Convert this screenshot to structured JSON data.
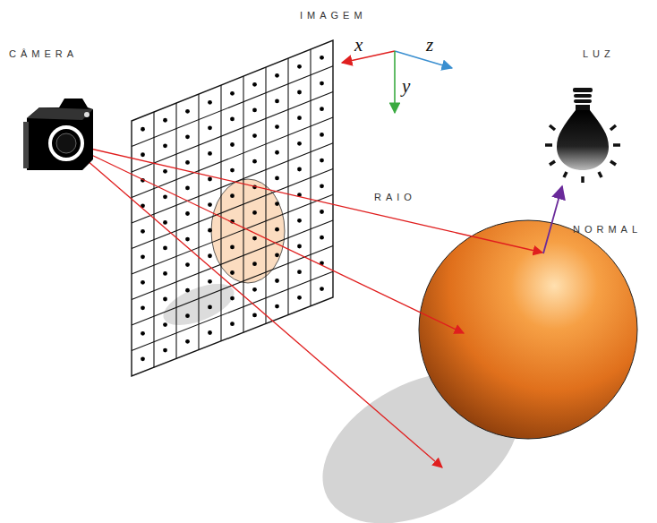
{
  "diagram": {
    "labels": [
      "IMAGEM",
      "CÂMERA",
      "LUZ",
      "RAIO",
      "NORMAL",
      "x",
      "z",
      "y"
    ]
  }
}
